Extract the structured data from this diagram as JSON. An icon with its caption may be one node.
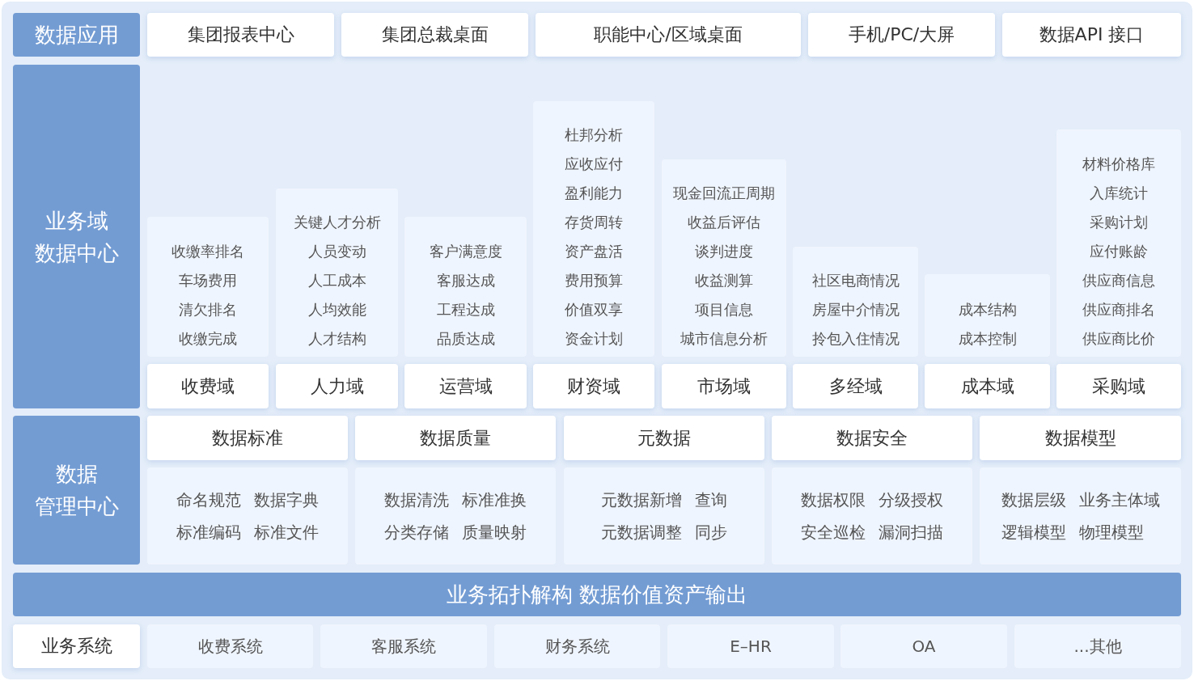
{
  "diagram": {
    "nodes": [
      {
        "text": [
          "数据应用"
        ]
      },
      {
        "text": [
          "集团报表中心"
        ]
      },
      {
        "text": [
          "集团总裁桌面"
        ]
      },
      {
        "text": [
          "职能中心/区域桌面"
        ]
      },
      {
        "text": [
          "手机/PC/大屏"
        ]
      },
      {
        "text": [
          "数据API 接口"
        ]
      },
      {
        "text": [
          "业务域数据中心"
        ]
      },
      {
        "text": [
          "收缴率排名",
          "车场费用",
          "清欠排名",
          "收缴完成"
        ]
      },
      {
        "text": [
          "关键人才分析",
          "人员变动",
          "人工成本",
          "人均效能",
          "人才结构"
        ]
      },
      {
        "text": [
          "客户满意度",
          "客服达成",
          "工程达成",
          "品质达成"
        ]
      },
      {
        "text": [
          "杜邦分析",
          "应收应付",
          "盈利能力",
          "存货周转",
          "资产盘活",
          "费用预算",
          "价值双享",
          "资金计划"
        ]
      },
      {
        "text": [
          "现金回流正周期",
          "收益后评估",
          "谈判进度",
          "收益测算",
          "项目信息",
          "城市信息分析"
        ]
      },
      {
        "text": [
          "社区电商情况",
          "房屋中介情况",
          "拎包入住情况"
        ]
      },
      {
        "text": [
          "成本结构",
          "成本控制"
        ]
      },
      {
        "text": [
          "材料价格库",
          "入库统计",
          "采购计划",
          "应付账龄",
          "供应商信息",
          "供应商排名",
          "供应商比价"
        ]
      },
      {
        "text": [
          "收费域"
        ]
      },
      {
        "text": [
          "人力域"
        ]
      },
      {
        "text": [
          "运营域"
        ]
      },
      {
        "text": [
          "财资域"
        ]
      },
      {
        "text": [
          "市场域"
        ]
      },
      {
        "text": [
          "多经域"
        ]
      },
      {
        "text": [
          "成本域"
        ]
      },
      {
        "text": [
          "采购域"
        ]
      },
      {
        "text": [
          "数据管理中心"
        ]
      },
      {
        "text": [
          "数据标准"
        ]
      },
      {
        "text": [
          "数据质量"
        ]
      },
      {
        "text": [
          "元数据"
        ]
      },
      {
        "text": [
          "数据安全"
        ]
      },
      {
        "text": [
          "数据模型"
        ]
      },
      {
        "text": [
          "命名规范",
          "数据字典",
          "标准编码",
          "标准文件"
        ]
      },
      {
        "text": [
          "数据清洗",
          "标准准换",
          "分类存储",
          "质量映射"
        ]
      },
      {
        "text": [
          "元数据新增",
          "查询",
          "元数据调整",
          "同步"
        ]
      },
      {
        "text": [
          "数据权限",
          "分级授权",
          "安全巡检",
          "漏洞扫描"
        ]
      },
      {
        "text": [
          "数据层级",
          "业务主体域",
          "逻辑模型",
          "物理模型"
        ]
      },
      {
        "text": [
          "业务拓扑解构 数据价值资产输出"
        ]
      },
      {
        "text": [
          "业务系统"
        ]
      },
      {
        "text": [
          "收费系统"
        ]
      },
      {
        "text": [
          "客服系统"
        ]
      },
      {
        "text": [
          "财务系统"
        ]
      },
      {
        "text": [
          "E–HR"
        ]
      },
      {
        "text": [
          "OA"
        ]
      },
      {
        "text": [
          "...其他"
        ]
      }
    ]
  }
}
